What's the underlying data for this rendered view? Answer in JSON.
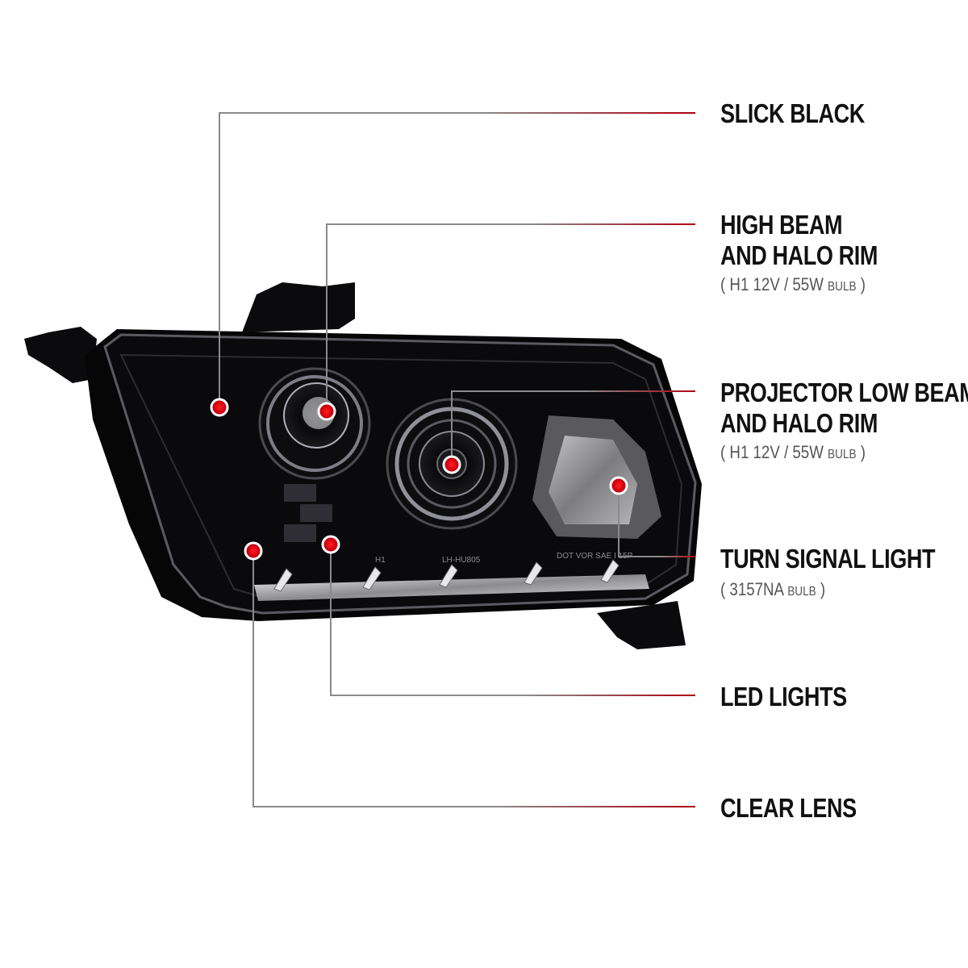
{
  "colors": {
    "callout_line_gray": "#8a8a8a",
    "callout_line_red": "#b00010",
    "marker_red": "#e0101a",
    "label_text": "#111111",
    "sub_text": "#555555",
    "housing": "#0c0c0e"
  },
  "callouts": [
    {
      "id": "slick-black",
      "title_lines": [
        "SLICK BLACK"
      ]
    },
    {
      "id": "high-beam",
      "title_lines": [
        "HIGH BEAM",
        "AND HALO RIM"
      ],
      "bulb": {
        "open": "(",
        "spec": "H1  12V / 55W",
        "unit": "BULB",
        "close": ")"
      }
    },
    {
      "id": "projector-low-beam",
      "title_lines": [
        "PROJECTOR LOW BEAM",
        "AND HALO RIM"
      ],
      "bulb": {
        "open": "(",
        "spec": "H1  12V / 55W",
        "unit": "BULB",
        "close": ")"
      }
    },
    {
      "id": "turn-signal",
      "title_lines": [
        "TURN SIGNAL LIGHT"
      ],
      "bulb": {
        "open": "(",
        "spec": "3157NA",
        "unit": "BULB",
        "close": ")"
      }
    },
    {
      "id": "led-lights",
      "title_lines": [
        "LED LIGHTS"
      ]
    },
    {
      "id": "clear-lens",
      "title_lines": [
        "CLEAR LENS"
      ]
    }
  ],
  "lens_markings": [
    "H1",
    "LH-HU805",
    "DOT  VOR  SAE  I  15P"
  ]
}
